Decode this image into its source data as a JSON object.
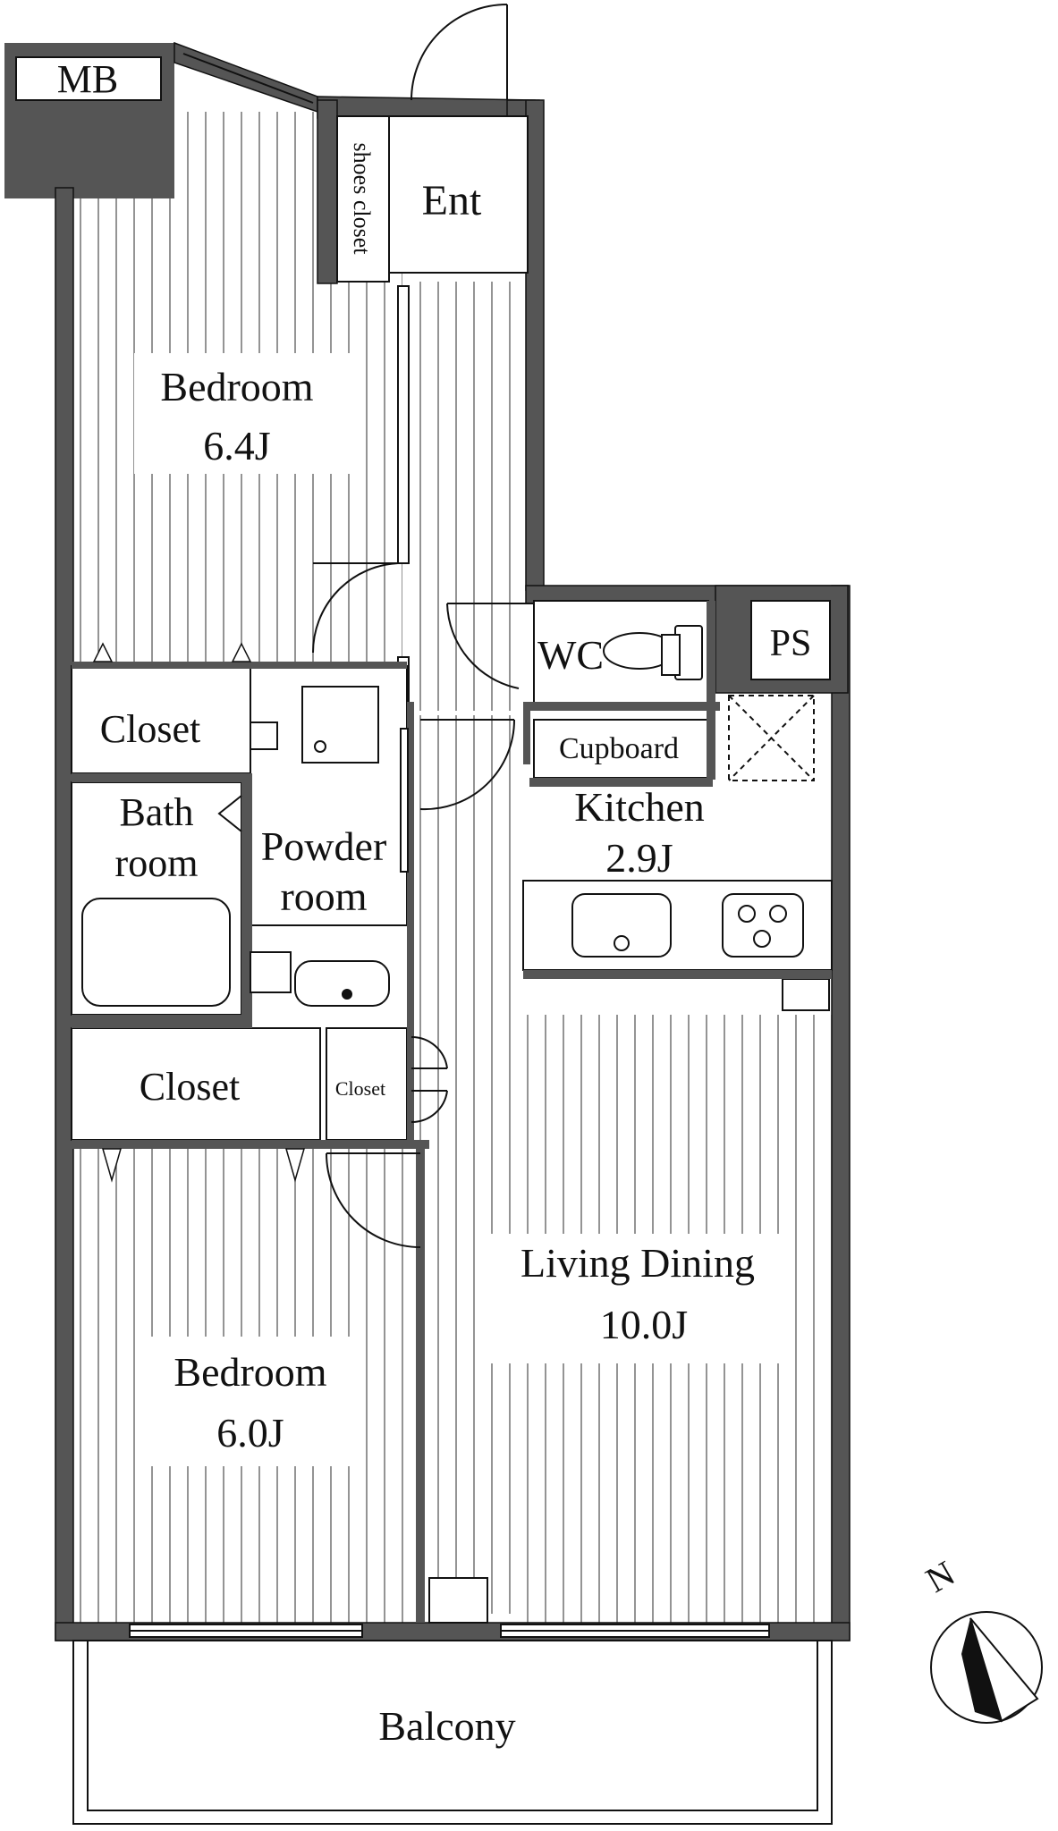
{
  "plan": {
    "labels": {
      "mb": "MB",
      "ent": "Ent",
      "shoes_closet": "shoes closet",
      "bedroom1_name": "Bedroom",
      "bedroom1_size": "6.4J",
      "wc": "WC",
      "ps": "PS",
      "closet_upper": "Closet",
      "cupboard": "Cupboard",
      "kitchen_name": "Kitchen",
      "kitchen_size": "2.9J",
      "bath_line1": "Bath",
      "bath_line2": "room",
      "powder_line1": "Powder",
      "powder_line2": "room",
      "closet_lower": "Closet",
      "closet_small": "Closet",
      "living_name": "Living Dining",
      "living_size": "10.0J",
      "bedroom2_name": "Bedroom",
      "bedroom2_size": "6.0J",
      "balcony": "Balcony",
      "north": "N"
    },
    "colors": {
      "wall": "#555555",
      "line": "#111111",
      "stripe": "#666666",
      "background": "#ffffff"
    }
  }
}
